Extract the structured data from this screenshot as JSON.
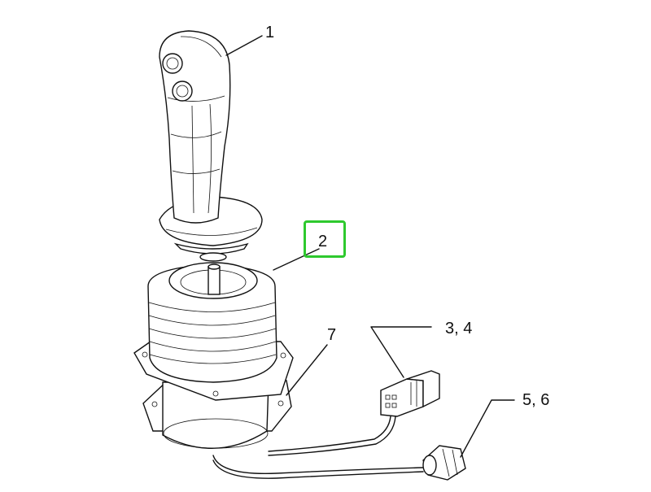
{
  "callouts": {
    "item_1": "1",
    "item_2": "2",
    "item_3_4": "3, 4",
    "item_5_6": "5, 6",
    "item_7": "7"
  },
  "highlight": {
    "target": "2",
    "color": "#2ec92e"
  }
}
